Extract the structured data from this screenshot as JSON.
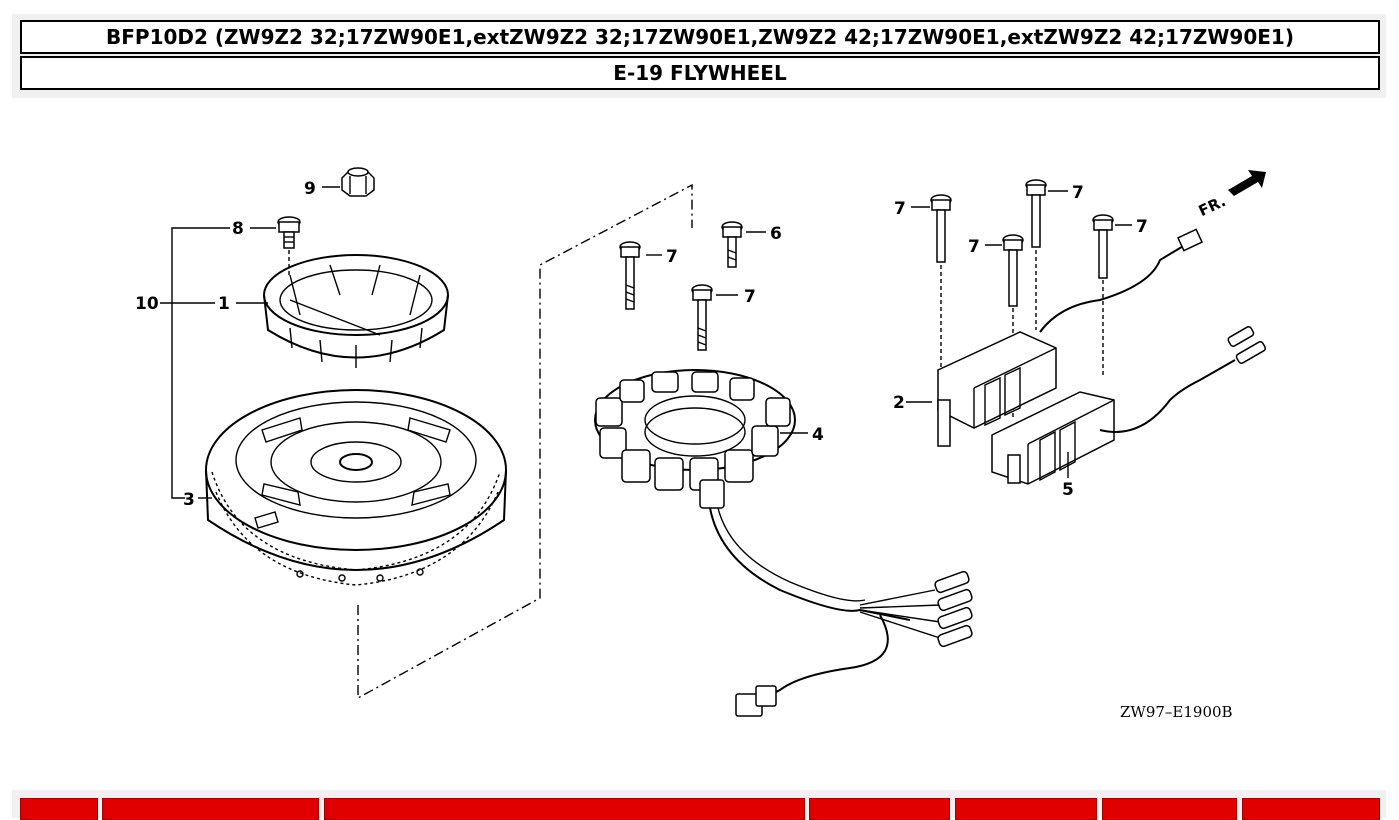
{
  "header": {
    "model": "BFP10D2 (ZW9Z2 32;17ZW90E1,extZW9Z2 32;17ZW90E1,ZW9Z2 42;17ZW90E1,extZW9Z2 42;17ZW90E1)",
    "section": "E-19 FLYWHEEL"
  },
  "diagram": {
    "code": "ZW97–E1900B",
    "front_marker": "FR.",
    "callouts": {
      "c1": "1",
      "c2": "2",
      "c3": "3",
      "c4": "4",
      "c5": "5",
      "c6": "6",
      "c7a": "7",
      "c7b": "7",
      "c7c": "7",
      "c7d": "7",
      "c7e": "7",
      "c7f": "7",
      "c8": "8",
      "c9": "9",
      "c10": "10"
    }
  },
  "parts_table": {
    "header_color": "#e00000",
    "column_count": 7
  }
}
